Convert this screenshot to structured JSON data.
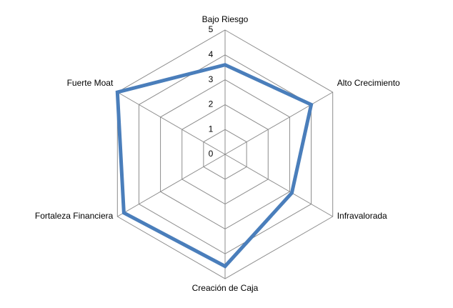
{
  "chart_data": {
    "type": "radar",
    "categories": [
      "Bajo Riesgo",
      "Alto Crecimiento",
      "Infravalorada",
      "Creación de Caja",
      "Fortaleza Financiera",
      "Fuerte Moat"
    ],
    "series": [
      {
        "values": [
          3.6,
          4.0,
          3.1,
          4.5,
          4.7,
          5.0
        ],
        "color": "#4a7ebb"
      }
    ],
    "rlim": [
      0,
      5
    ],
    "ticks": [
      "0",
      "1",
      "2",
      "3",
      "4",
      "5"
    ],
    "grid": true,
    "legend": "none"
  }
}
